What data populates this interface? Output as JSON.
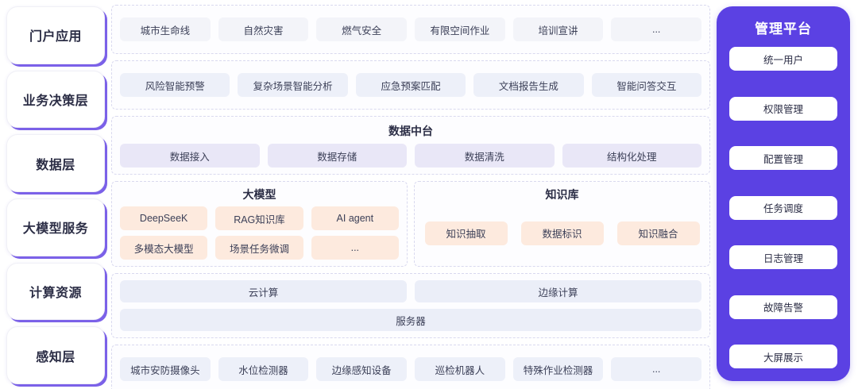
{
  "rail": {
    "items": [
      {
        "label": "门户应用"
      },
      {
        "label": "业务决策层"
      },
      {
        "label": "数据层"
      },
      {
        "label": "大模型服务"
      },
      {
        "label": "计算资源"
      },
      {
        "label": "感知层"
      }
    ]
  },
  "bands": {
    "portal": {
      "chips": [
        "城市生命线",
        "自然灾害",
        "燃气安全",
        "有限空间作业",
        "培训宣讲",
        "..."
      ]
    },
    "business": {
      "chips": [
        "风险智能预警",
        "复杂场景智能分析",
        "应急预案匹配",
        "文档报告生成",
        "智能问答交互"
      ]
    },
    "data": {
      "title": "数据中台",
      "chips": [
        "数据接入",
        "数据存储",
        "数据清洗",
        "结构化处理"
      ]
    },
    "llm": {
      "title": "大模型",
      "row1": [
        "DeepSeeK",
        "RAG知识库",
        "AI agent"
      ],
      "row2": [
        "多模态大模型",
        "场景任务微调",
        "..."
      ]
    },
    "kb": {
      "title": "知识库",
      "chips": [
        "知识抽取",
        "数据标识",
        "知识融合"
      ]
    },
    "compute": {
      "row1": [
        "云计算",
        "边缘计算"
      ],
      "row2": [
        "服务器"
      ]
    },
    "sense": {
      "chips": [
        "城市安防摄像头",
        "水位检测器",
        "边缘感知设备",
        "巡检机器人",
        "特殊作业检测器",
        "..."
      ]
    }
  },
  "panel": {
    "title": "管理平台",
    "items": [
      "统一用户",
      "权限管理",
      "配置管理",
      "任务调度",
      "日志管理",
      "故障告警",
      "大屏展示"
    ]
  },
  "colors": {
    "brand_purple": "#5b41e3",
    "rail_shadow": "#7b61e8",
    "chip_gray": "#f3f4f9",
    "chip_blue": "#edf0f9",
    "chip_lavender": "#e9e7f7",
    "chip_peach": "#fdeade",
    "chip_compute": "#ebeef8",
    "dashed_border": "#d9d9ef",
    "text_dark": "#2b2d45"
  }
}
